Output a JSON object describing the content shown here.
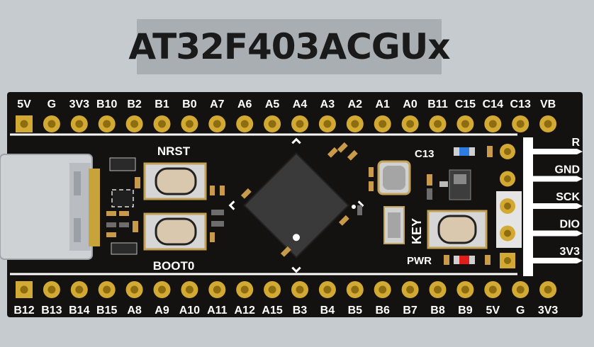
{
  "title": "AT32F403ACGUx",
  "top_pins": [
    "5V",
    "G",
    "3V3",
    "B10",
    "B2",
    "B1",
    "B0",
    "A7",
    "A6",
    "A5",
    "A4",
    "A3",
    "A2",
    "A1",
    "A0",
    "B11",
    "C15",
    "C14",
    "C13",
    "VB"
  ],
  "bottom_pins": [
    "B12",
    "B13",
    "B14",
    "B15",
    "A8",
    "A9",
    "A10",
    "A11",
    "A12",
    "A15",
    "B3",
    "B4",
    "B5",
    "B6",
    "B7",
    "B8",
    "B9",
    "5V",
    "G",
    "3V3"
  ],
  "swd_pins": [
    "R",
    "GND",
    "SCK",
    "DIO",
    "3V3"
  ],
  "silkscreen": {
    "nrst": "NRST",
    "boot0": "BOOT0",
    "c13": "C13",
    "key": "KEY",
    "pwr": "PWR"
  },
  "colors": {
    "board": "#141210",
    "pad": "#d2aa33",
    "pad_hole": "#8e6d10",
    "silk": "#ffffff",
    "led_blue": "#2d7de0",
    "led_red": "#e21b1b"
  }
}
